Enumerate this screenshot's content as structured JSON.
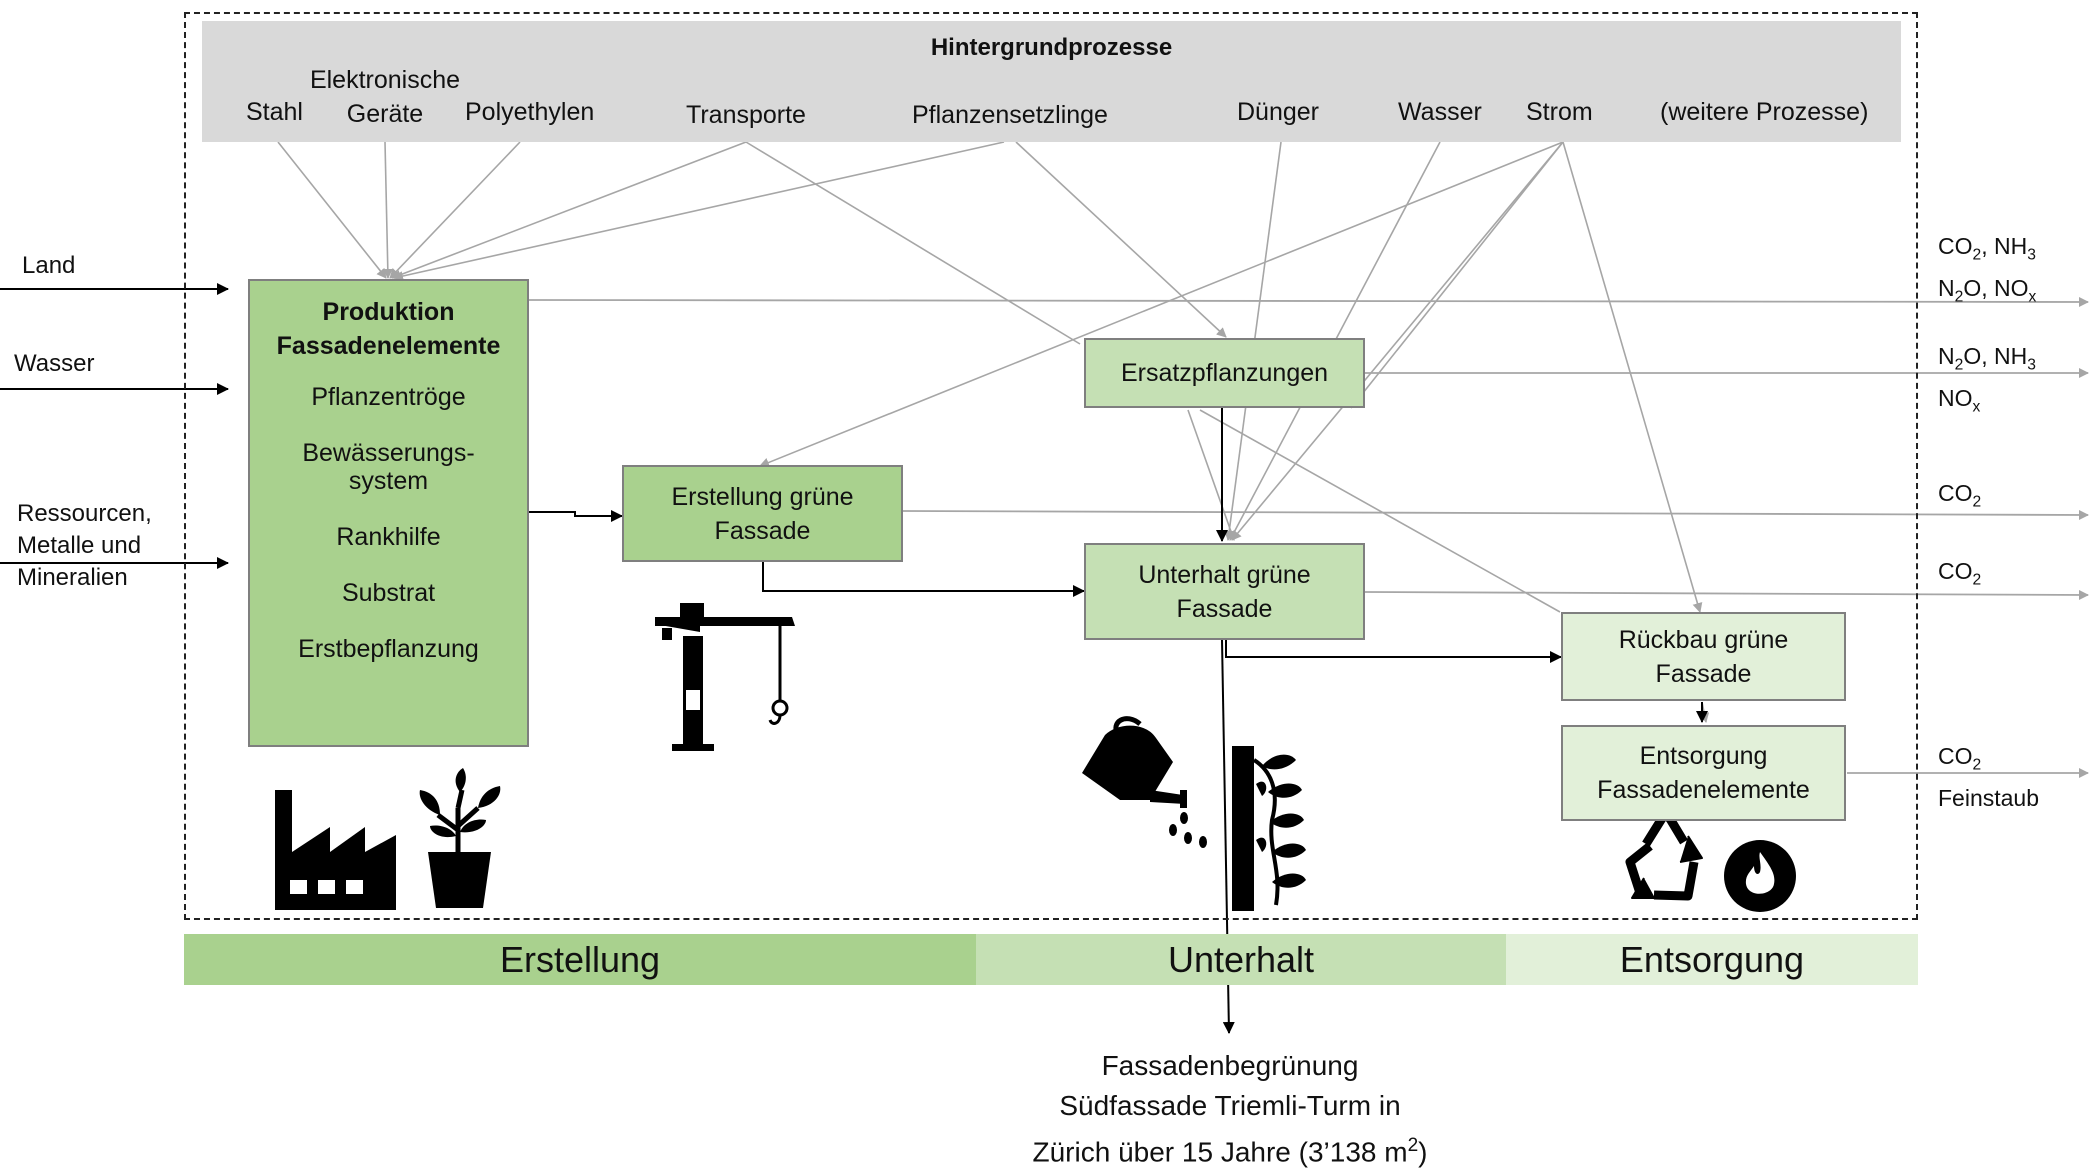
{
  "background_processes": {
    "title": "Hintergrundprozesse",
    "items": [
      "Stahl",
      "Elektronische Geräte",
      "Polyethylen",
      "Transporte",
      "Pflanzensetzlinge",
      "Dünger",
      "Wasser",
      "Strom",
      "(weitere Prozesse)"
    ]
  },
  "inputs": {
    "land": "Land",
    "water": "Wasser",
    "resources": [
      "Ressourcen,",
      "Metalle und",
      "Mineralien"
    ]
  },
  "processes": {
    "production": {
      "title_lines": [
        "Produktion",
        "Fassadenelemente"
      ],
      "items": [
        "Pflanzentröge",
        "Bewässerungs-",
        "system",
        "Rankhilfe",
        "Substrat",
        "Erstbepflanzung"
      ]
    },
    "construction": [
      "Erstellung grüne",
      "Fassade"
    ],
    "replacement": "Ersatzpflanzungen",
    "maintenance": [
      "Unterhalt grüne",
      "Fassade"
    ],
    "deconstruction": [
      "Rückbau grüne",
      "Fassade"
    ],
    "disposal": [
      "Entsorgung",
      "Fassadenelemente"
    ]
  },
  "emissions": {
    "production": {
      "line1": [
        "CO",
        "2",
        ", NH",
        "3"
      ],
      "line2": [
        "N",
        "2",
        "O, NO",
        "x"
      ]
    },
    "replacement": {
      "line1": [
        "N",
        "2",
        "O, NH",
        "3"
      ],
      "line2": [
        "NO",
        "x"
      ]
    },
    "construction": [
      "CO",
      "2"
    ],
    "maintenance": [
      "CO",
      "2"
    ],
    "disposal": {
      "line1": [
        "CO",
        "2"
      ],
      "line2": "Feinstaub"
    }
  },
  "phases": [
    "Erstellung",
    "Unterhalt",
    "Entsorgung"
  ],
  "functional_unit": {
    "line1": "Fassadenbegrünung",
    "line2": "Südfassade Triemli-Turm in",
    "line3_prefix": "Zürich über 15 Jahre (3’138 m",
    "line3_sup": "2",
    "line3_suffix": ")"
  },
  "icons": [
    "factory-icon",
    "potted-plant-icon",
    "crane-icon",
    "watering-can-icon",
    "green-wall-icon",
    "recycle-icon",
    "fire-icon"
  ],
  "colors": {
    "production": "#a9d18e",
    "maintenance": "#c5e0b4",
    "disposal": "#e2f0d9",
    "background_band": "#d9d9d9",
    "background_arrows": "#a6a6a6",
    "process_arrows": "#000000"
  }
}
